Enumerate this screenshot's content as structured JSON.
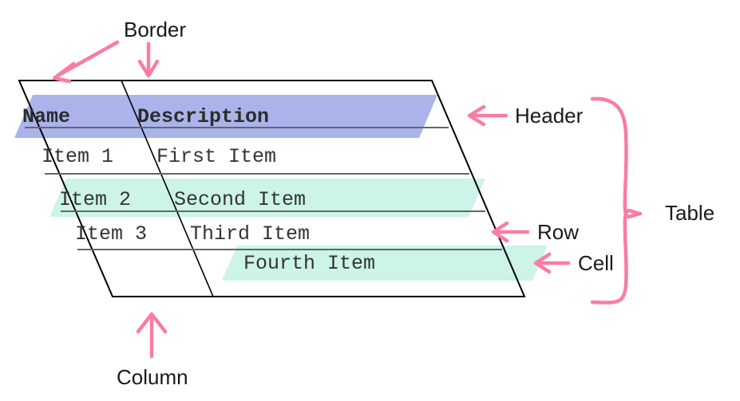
{
  "diagram": {
    "title_concepts": [
      "Border",
      "Header",
      "Row",
      "Cell",
      "Table",
      "Column"
    ],
    "colors": {
      "header_band": "#aab4ea",
      "row_band": "#ccf4e8",
      "arrow_pink": "#f97ca3",
      "border_line": "#000000",
      "rule_line": "#666666",
      "text": "#333333",
      "label_text": "#1a1a1a",
      "background": "#ffffff"
    },
    "annotations": [
      {
        "id": "border",
        "label": "Border",
        "arrows": 2,
        "arrow_dir": "down-left / down"
      },
      {
        "id": "header",
        "label": "Header",
        "arrows": 1,
        "arrow_dir": "left"
      },
      {
        "id": "table",
        "label": "Table",
        "arrows": 0,
        "arrow_dir": "brace"
      },
      {
        "id": "row",
        "label": "Row",
        "arrows": 1,
        "arrow_dir": "left"
      },
      {
        "id": "cell",
        "label": "Cell",
        "arrows": 1,
        "arrow_dir": "left"
      },
      {
        "id": "column",
        "label": "Column",
        "arrows": 1,
        "arrow_dir": "up"
      }
    ]
  },
  "table": {
    "columns": [
      "Name",
      "Description"
    ],
    "rows": [
      {
        "name": "Item 1",
        "description": "First Item",
        "highlighted": false
      },
      {
        "name": "Item 2",
        "description": "Second Item",
        "highlighted": true
      },
      {
        "name": "Item 3",
        "description": "Third Item",
        "highlighted": false
      },
      {
        "name": "",
        "description": "Fourth Item",
        "highlighted": true
      }
    ]
  }
}
